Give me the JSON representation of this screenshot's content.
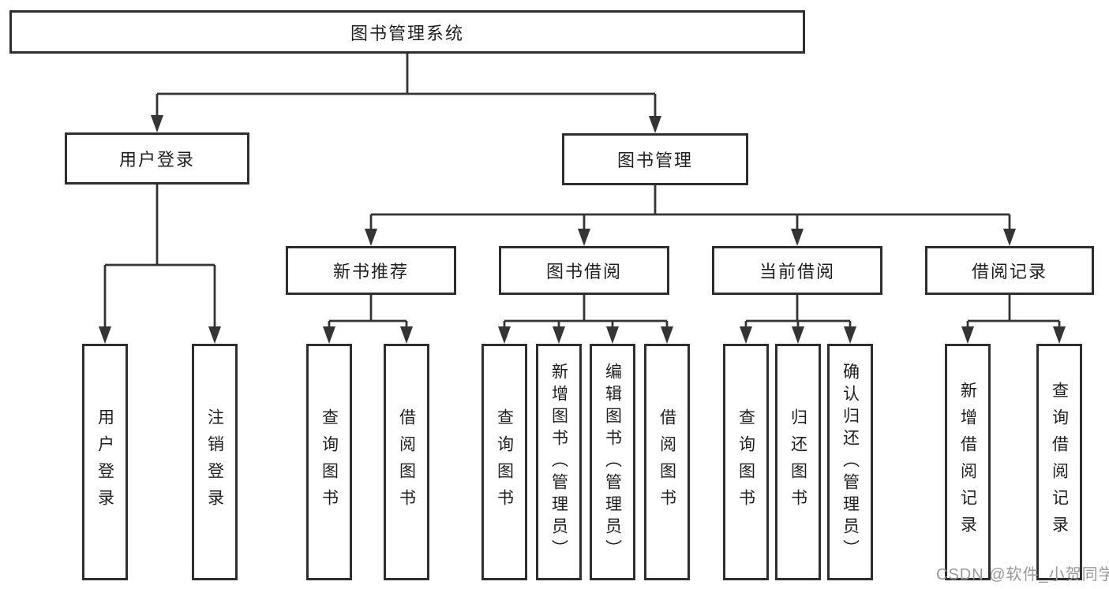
{
  "diagram_type": "hierarchy-tree",
  "tree": {
    "label": "图书管理系统",
    "children": [
      {
        "label": "用户登录",
        "children": [
          {
            "label": "用户登录"
          },
          {
            "label": "注销登录"
          }
        ]
      },
      {
        "label": "图书管理",
        "children": [
          {
            "label": "新书推荐",
            "children": [
              {
                "label": "查询图书"
              },
              {
                "label": "借阅图书"
              }
            ]
          },
          {
            "label": "图书借阅",
            "children": [
              {
                "label": "查询图书"
              },
              {
                "label": "新增图书（管理员）"
              },
              {
                "label": "编辑图书（管理员）"
              },
              {
                "label": "借阅图书"
              }
            ]
          },
          {
            "label": "当前借阅",
            "children": [
              {
                "label": "查询图书"
              },
              {
                "label": "归还图书"
              },
              {
                "label": "确认归还（管理员）"
              }
            ]
          },
          {
            "label": "借阅记录",
            "children": [
              {
                "label": "新增借阅记录"
              },
              {
                "label": "查询借阅记录"
              }
            ]
          }
        ]
      }
    ]
  },
  "watermark": {
    "text": "CSDN @软件_小贺同学"
  },
  "colors": {
    "line": "#343434",
    "box_border": "#2e2e2e",
    "text": "#1f1f1f",
    "watermark": "#9a9a9a",
    "background": "#ffffff"
  }
}
